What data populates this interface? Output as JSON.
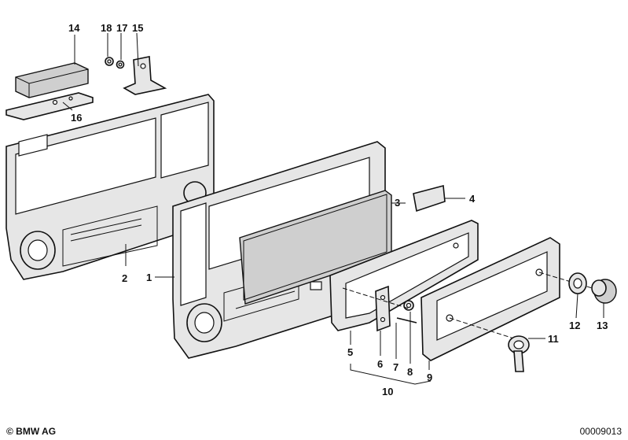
{
  "labels": {
    "n1": "1",
    "n2": "2",
    "n3": "3",
    "n4": "4",
    "n5": "5",
    "n6": "6",
    "n7": "7",
    "n8": "8",
    "n9": "9",
    "n10": "10",
    "n11": "11",
    "n12": "12",
    "n13": "13",
    "n14": "14",
    "n15": "15",
    "n16": "16",
    "n17": "17",
    "n18": "18"
  },
  "footer": {
    "copyright": "© BMW AG",
    "code": "00009013"
  }
}
